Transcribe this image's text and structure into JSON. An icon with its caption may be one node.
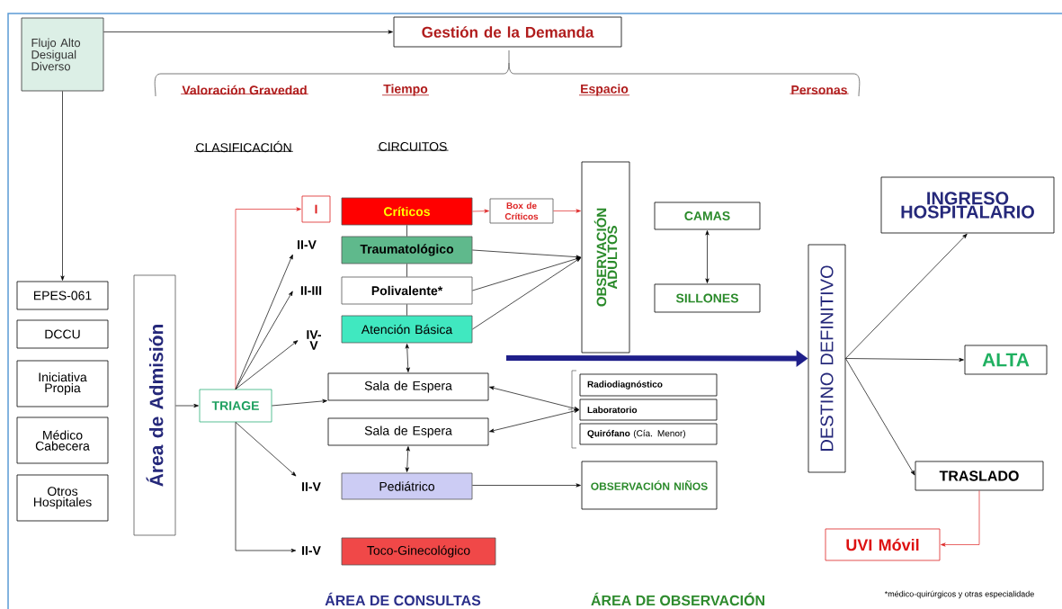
{
  "diagram": {
    "nodes": [
      {
        "text": [
          "Flujo Alto Desigual Diverso"
        ]
      },
      {
        "text": [
          "Gestión de la Demanda"
        ]
      },
      {
        "text": [
          "EPES-061"
        ]
      },
      {
        "text": [
          "DCCU"
        ]
      },
      {
        "text": [
          "Iniciativa Propia"
        ]
      },
      {
        "text": [
          "Médico Cabecera"
        ]
      },
      {
        "text": [
          "Otros Hospitales"
        ]
      },
      {
        "text": [
          "Área de Admisión"
        ]
      },
      {
        "text": [
          "TRIAGE"
        ]
      },
      {
        "text": [
          "I"
        ]
      },
      {
        "text": [
          "Críticos"
        ]
      },
      {
        "text": [
          "Box de Críticos"
        ]
      },
      {
        "text": [
          "Traumatológico"
        ]
      },
      {
        "text": [
          "Polivalente*"
        ]
      },
      {
        "text": [
          "Atención Básica"
        ]
      },
      {
        "text": [
          "Sala de Espera"
        ]
      },
      {
        "text": [
          "Sala de Espera"
        ]
      },
      {
        "text": [
          "Pediátrico"
        ]
      },
      {
        "text": [
          "Toco-Ginecológico"
        ]
      },
      {
        "text": [
          "OBSERVACIÓN ADULTOS"
        ]
      },
      {
        "text": [
          "CAMAS"
        ]
      },
      {
        "text": [
          "SILLONES"
        ]
      },
      {
        "text": [
          "Radiodiagnóstico"
        ]
      },
      {
        "text": [
          "Laboratorio"
        ]
      },
      {
        "text": [
          "**Quirófano** (Cía. Menor)"
        ]
      },
      {
        "text": [
          "OBSERVACIÓN NIÑOS"
        ]
      },
      {
        "text": [
          "DESTINO DEFINITIVO"
        ]
      },
      {
        "text": [
          "INGRESO HOSPITALARIO"
        ]
      },
      {
        "text": [
          "ALTA"
        ]
      },
      {
        "text": [
          "TRASLADO"
        ]
      },
      {
        "text": [
          "UVI Móvil"
        ]
      },
      {
        "text": [
          "II-V"
        ]
      },
      {
        "text": [
          "II-III"
        ]
      },
      {
        "text": [
          "IV-V"
        ]
      },
      {
        "text": [
          "II-V"
        ]
      },
      {
        "text": [
          "II-V"
        ]
      }
    ],
    "edges": [
      {
        "from": 0,
        "to": 1,
        "arrow": "to"
      },
      {
        "from": 0,
        "to": 2,
        "arrow": "to"
      },
      {
        "from": 7,
        "to": 8,
        "arrow": "to"
      },
      {
        "from": 8,
        "to": 9,
        "arrow": "to",
        "color": "#dd2222"
      },
      {
        "from": 8,
        "to": 31,
        "arrow": "to"
      },
      {
        "from": 8,
        "to": 32,
        "arrow": "to"
      },
      {
        "from": 8,
        "to": 33,
        "arrow": "to"
      },
      {
        "from": 8,
        "to": 15,
        "arrow": "to"
      },
      {
        "from": 8,
        "to": 34,
        "arrow": "to"
      },
      {
        "from": 8,
        "to": 35,
        "arrow": "to"
      },
      {
        "from": 10,
        "to": 11,
        "arrow": "to",
        "color": "#dd2222"
      },
      {
        "from": 11,
        "to": 19,
        "arrow": "to",
        "color": "#dd2222"
      },
      {
        "from": 10,
        "to": 12,
        "arrow": "none"
      },
      {
        "from": 12,
        "to": 13,
        "arrow": "none"
      },
      {
        "from": 13,
        "to": 14,
        "arrow": "none"
      },
      {
        "from": 14,
        "to": 15,
        "arrow": "both"
      },
      {
        "from": 16,
        "to": 17,
        "arrow": "both"
      },
      {
        "from": 12,
        "to": 19,
        "arrow": "to"
      },
      {
        "from": 13,
        "to": 19,
        "arrow": "to"
      },
      {
        "from": 14,
        "to": 19,
        "arrow": "to"
      },
      {
        "from": 20,
        "to": 21,
        "arrow": "both"
      },
      {
        "from": 15,
        "to": 23,
        "arrow": "both"
      },
      {
        "from": 16,
        "to": 23,
        "arrow": "both"
      },
      {
        "from": 17,
        "to": 25,
        "arrow": "to"
      },
      {
        "from": null,
        "to": 26,
        "arrow": "to",
        "style": "thick",
        "color": "#1f1f8a"
      },
      {
        "from": 26,
        "to": 27,
        "arrow": "to"
      },
      {
        "from": 26,
        "to": 28,
        "arrow": "to"
      },
      {
        "from": 26,
        "to": 29,
        "arrow": "to"
      },
      {
        "from": 29,
        "to": 30,
        "arrow": "to",
        "color": "#dd2222"
      }
    ],
    "labels": [
      "Valoración Gravedad",
      "Tiempo",
      "Espacio",
      "Personas",
      "CLASIFICACIÓN",
      "CIRCUITOS",
      "ÁREA DE CONSULTAS",
      "ÁREA DE OBSERVACIÓN",
      "*médico-quirúrgicos y otras especialidade"
    ]
  }
}
